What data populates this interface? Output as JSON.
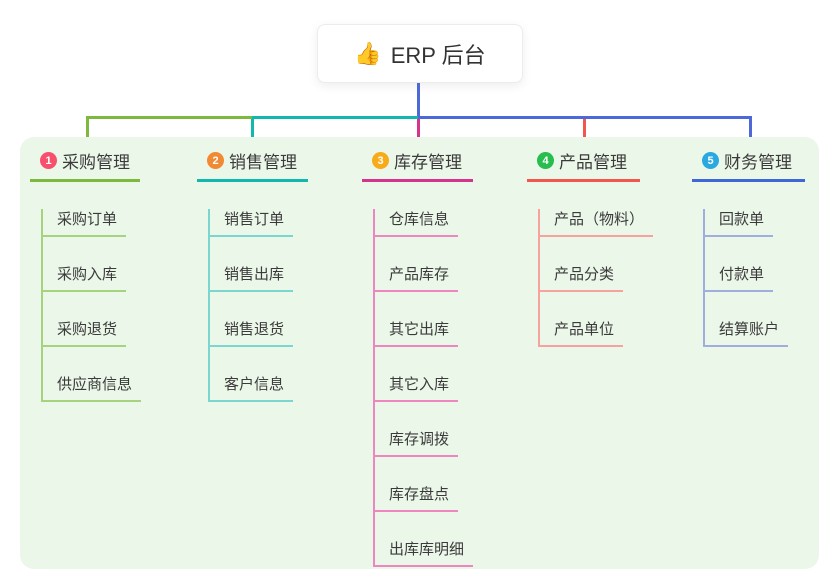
{
  "root": {
    "icon": "👍",
    "title": "ERP 后台"
  },
  "branches": [
    {
      "badge": "1",
      "label": "采购管理",
      "badge_color": "#f6506c",
      "line_color": "#7cb93e",
      "child_line_color": "#a6d37e",
      "children": [
        "采购订单",
        "采购入库",
        "采购退货",
        "供应商信息"
      ]
    },
    {
      "badge": "2",
      "label": "销售管理",
      "badge_color": "#f28a33",
      "line_color": "#12b7ae",
      "child_line_color": "#7bd6cf",
      "children": [
        "销售订单",
        "销售出库",
        "销售退货",
        "客户信息"
      ]
    },
    {
      "badge": "3",
      "label": "库存管理",
      "badge_color": "#f8ab18",
      "line_color": "#d6348c",
      "child_line_color": "#ee86c0",
      "children": [
        "仓库信息",
        "产品库存",
        "其它出库",
        "其它入库",
        "库存调拨",
        "库存盘点",
        "出库库明细"
      ]
    },
    {
      "badge": "4",
      "label": "产品管理",
      "badge_color": "#28bd4f",
      "line_color": "#f2574f",
      "child_line_color": "#f8a29d",
      "children": [
        "产品（物料）",
        "产品分类",
        "产品单位"
      ]
    },
    {
      "badge": "5",
      "label": "财务管理",
      "badge_color": "#29a9e0",
      "line_color": "#3e68d8",
      "child_line_color": "#9faedc",
      "children": [
        "回款单",
        "付款单",
        "结算账户"
      ]
    }
  ],
  "colors": {
    "panel_bg": "#ebf7e8",
    "root_connector": "#4d68d9"
  }
}
